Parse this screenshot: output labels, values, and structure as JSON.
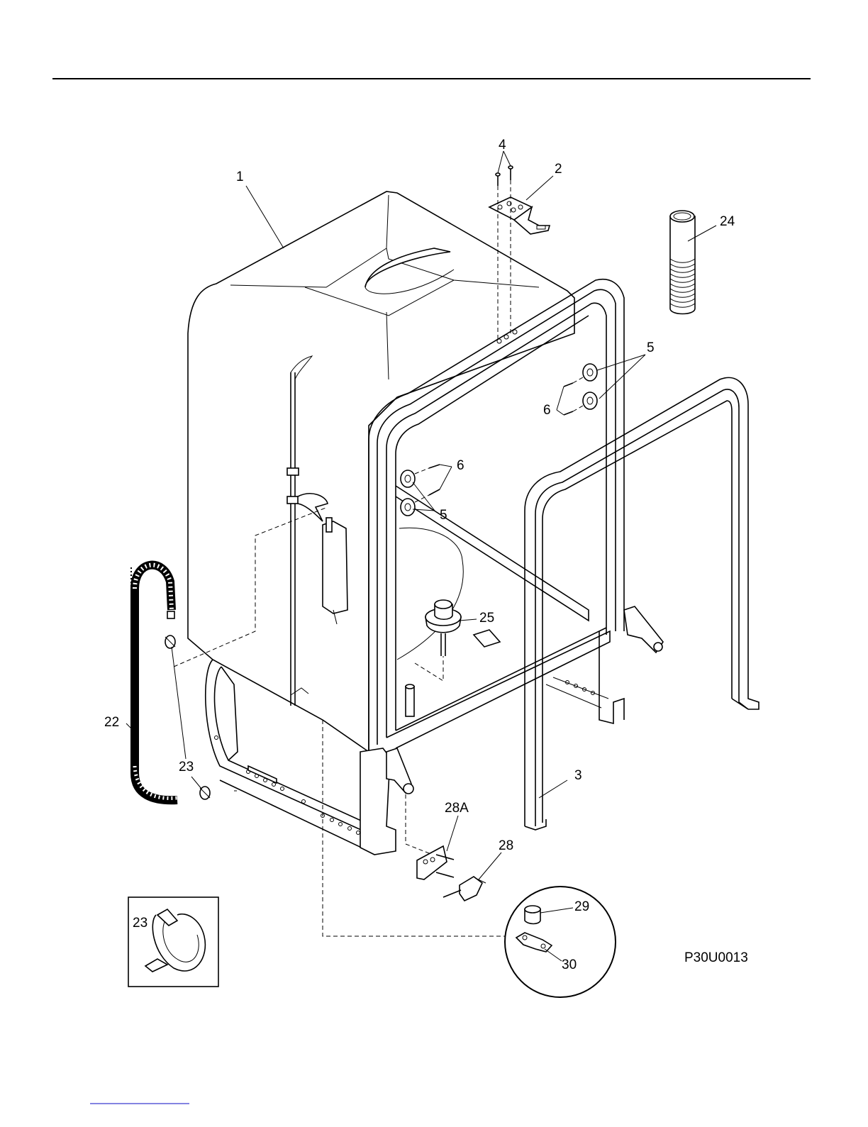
{
  "diagram_code": "P30U0013",
  "callouts": {
    "c1": "1",
    "c2": "2",
    "c3": "3",
    "c4": "4",
    "c5a": "5",
    "c5b": "5",
    "c6a": "6",
    "c6b": "6",
    "c22": "22",
    "c23a": "23",
    "c23b": "23",
    "c24": "24",
    "c25": "25",
    "c28": "28",
    "c28a": "28A",
    "c29": "29",
    "c30": "30"
  },
  "colors": {
    "ink": "#000000",
    "paper": "#ffffff",
    "footer_link": "#3a3ad0"
  }
}
